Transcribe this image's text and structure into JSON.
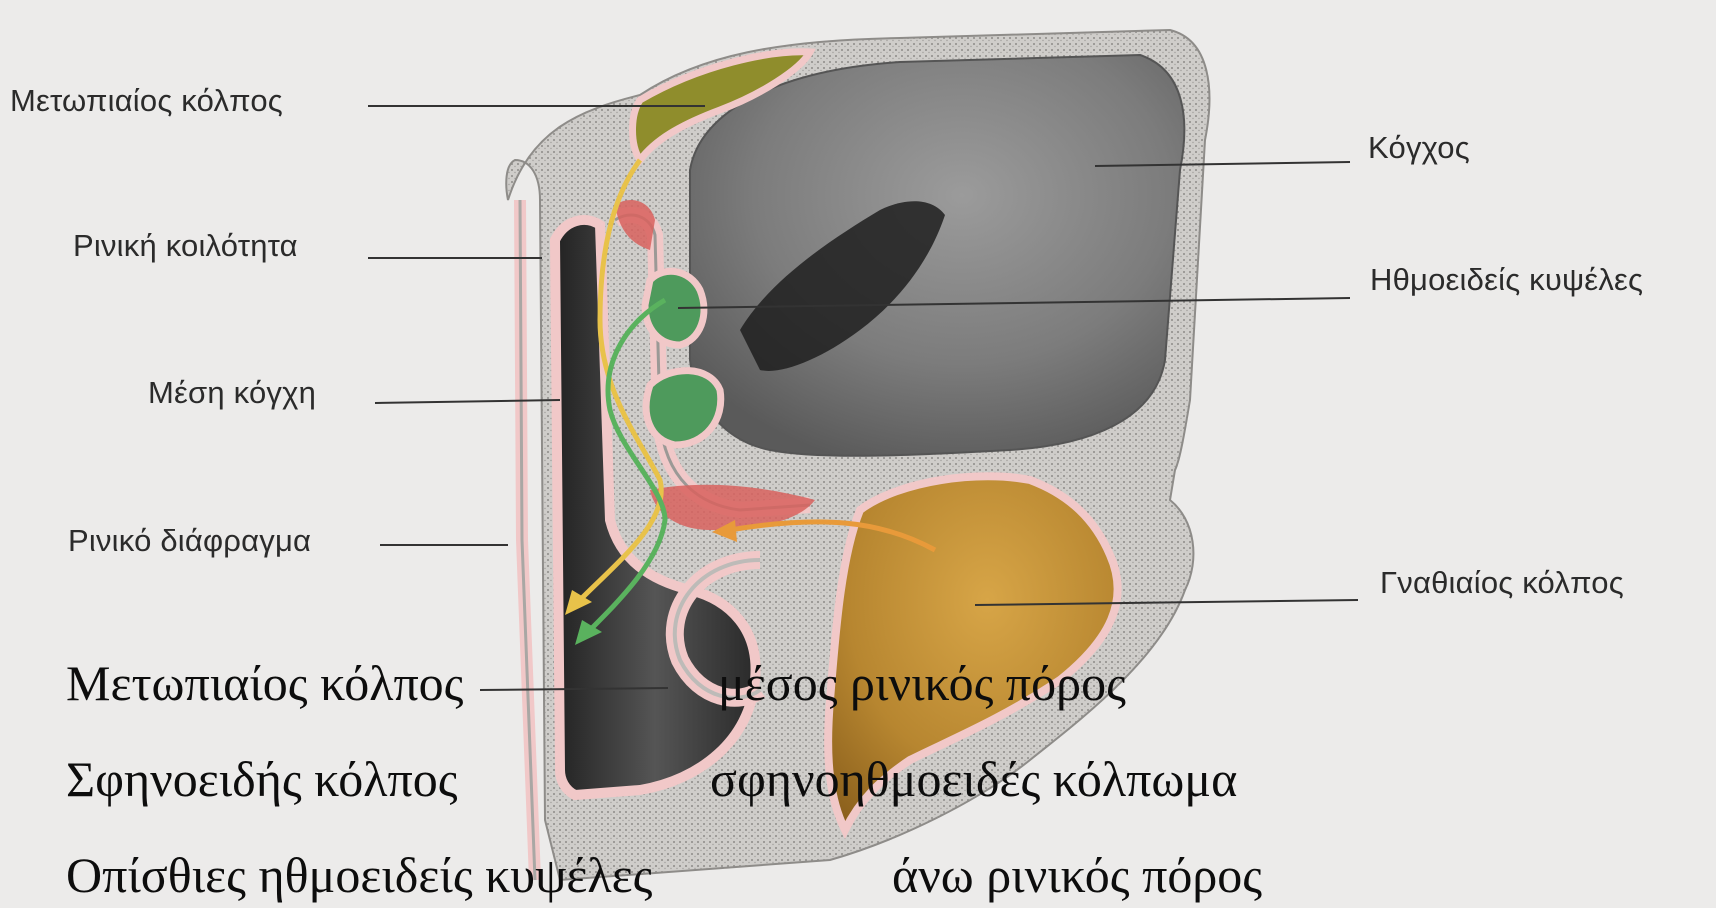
{
  "labels": {
    "frontal_sinus": "Μετωπιαίος κόλπος",
    "nasal_cavity": "Ρινική κοιλότητα",
    "middle_turbinate": "Μέση κόγχη",
    "nasal_septum": "Ρινικό διάφραγμα",
    "orbit": "Κόγχος",
    "ethmoid_cells": "Ηθμοειδείς κυψέλες",
    "maxillary_sinus": "Γναθιαίος κόλπος"
  },
  "captions": {
    "left": [
      "Μετωπιαίος κόλπος",
      "Σφηνοειδής κόλπος",
      "Οπίσθιες ηθμοειδείς κυψέλες"
    ],
    "right": [
      "μέσος ρινικός πόρος",
      "σφηνοηθμοειδές κόλπωμα",
      "άνω ρινικός πόρος"
    ]
  },
  "colors": {
    "frontal_sinus": "#8f8d2c",
    "ethmoid_cells": "#4e9a5c",
    "maxillary_sinus": "#b5852d",
    "mucosa": "#f1c8c8",
    "bone": "#c9c7c4",
    "orbit": "#7a7a7a",
    "drainage_arrow_yellow": "#e8c24a",
    "drainage_arrow_green": "#5ab25e",
    "drainage_arrow_orange": "#e89a3a"
  }
}
